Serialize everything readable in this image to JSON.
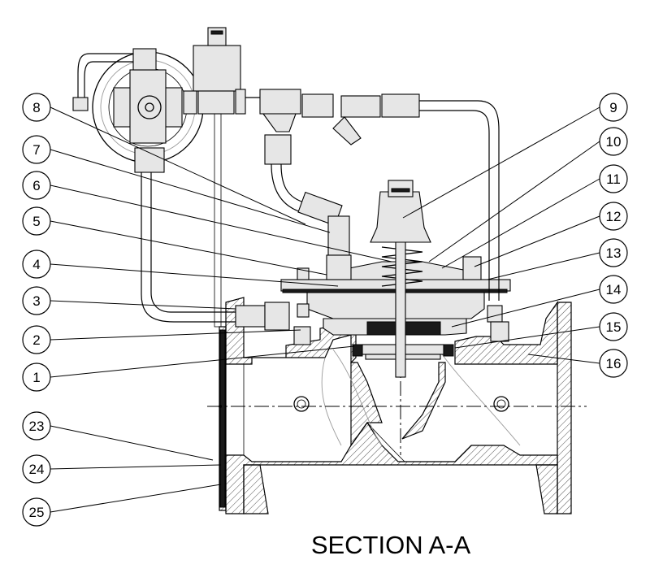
{
  "caption": "SECTION A-A",
  "callouts_left": [
    {
      "id": "8",
      "label": "8"
    },
    {
      "id": "7",
      "label": "7"
    },
    {
      "id": "6",
      "label": "6"
    },
    {
      "id": "5",
      "label": "5"
    },
    {
      "id": "4",
      "label": "4"
    },
    {
      "id": "3",
      "label": "3"
    },
    {
      "id": "2",
      "label": "2"
    },
    {
      "id": "1",
      "label": "1"
    },
    {
      "id": "23",
      "label": "23"
    },
    {
      "id": "24",
      "label": "24"
    },
    {
      "id": "25",
      "label": "25"
    }
  ],
  "callouts_right": [
    {
      "id": "9",
      "label": "9"
    },
    {
      "id": "10",
      "label": "10"
    },
    {
      "id": "11",
      "label": "11"
    },
    {
      "id": "12",
      "label": "12"
    },
    {
      "id": "13",
      "label": "13"
    },
    {
      "id": "14",
      "label": "14"
    },
    {
      "id": "15",
      "label": "15"
    },
    {
      "id": "16",
      "label": "16"
    }
  ],
  "colors": {
    "line": "#000000",
    "background": "#ffffff",
    "hatch": "#000000",
    "fill_grey": "#e6e6e6"
  }
}
